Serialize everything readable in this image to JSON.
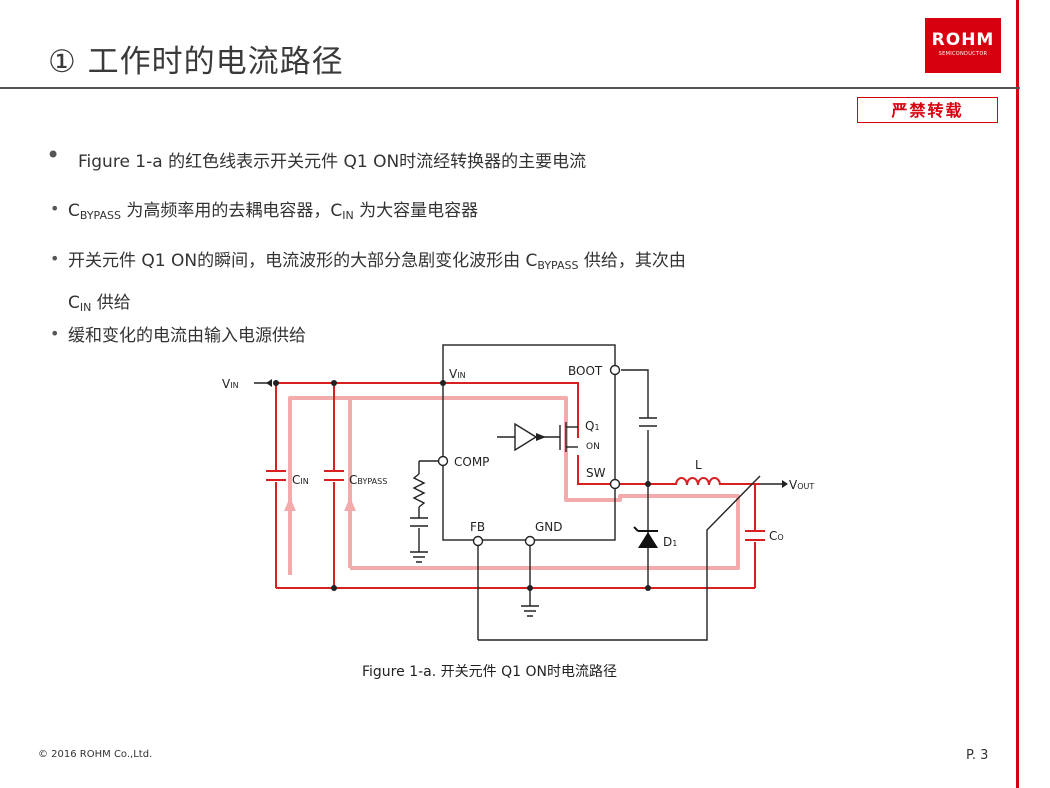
{
  "header": {
    "title": "① 工作时的电流路径",
    "logo_main": "ROHM",
    "logo_sub": "SEMICONDUCTOR",
    "banned_label": "严禁转载"
  },
  "bullets": [
    {
      "text": "Figure  1-a 的红色线表示开关元件 Q1 ON时流经转换器的主要电流"
    },
    {
      "pre": "C",
      "sub": "BYPASS",
      "post": " 为高频率用的去耦电容器，C",
      "sub2": "IN",
      "post2": " 为大容量电容器"
    },
    {
      "line1_pre": "开关元件 Q1 ON的瞬间，电流波形的大部分急剧变化波形由 C",
      "line1_sub": "BYPASS",
      "line1_post": " 供给，其次由",
      "line2_pre": "C",
      "line2_sub": "IN",
      "line2_post": " 供给"
    },
    {
      "text": "缓和变化的电流由输入电源供给"
    }
  ],
  "diagram": {
    "vin_label": "V",
    "vin_sub": "IN",
    "cin_label": "C",
    "cin_sub": "IN",
    "cbypass_label": "C",
    "cbypass_sub": "BYPASS",
    "ic_vin_label": "V",
    "ic_vin_sub": "IN",
    "boot_label": "BOOT",
    "q1_label": "Q",
    "q1_sub": "1",
    "on_label": "ON",
    "comp_label": "COMP",
    "sw_label": "SW",
    "fb_label": "FB",
    "gnd_label": "GND",
    "l_label": "L",
    "vout_label": "V",
    "vout_sub": "OUT",
    "d1_label": "D",
    "d1_sub": "1",
    "co_label": "C",
    "co_sub": "O",
    "colors": {
      "current_path": "#d92020",
      "current_highlight": "#f2aaaa",
      "wire": "#222222"
    }
  },
  "caption": "Figure 1-a. 开关元件 Q1 ON时电流路径",
  "footer": {
    "copyright": "© 2016 ROHM Co.,Ltd.",
    "page": "P. 3"
  }
}
